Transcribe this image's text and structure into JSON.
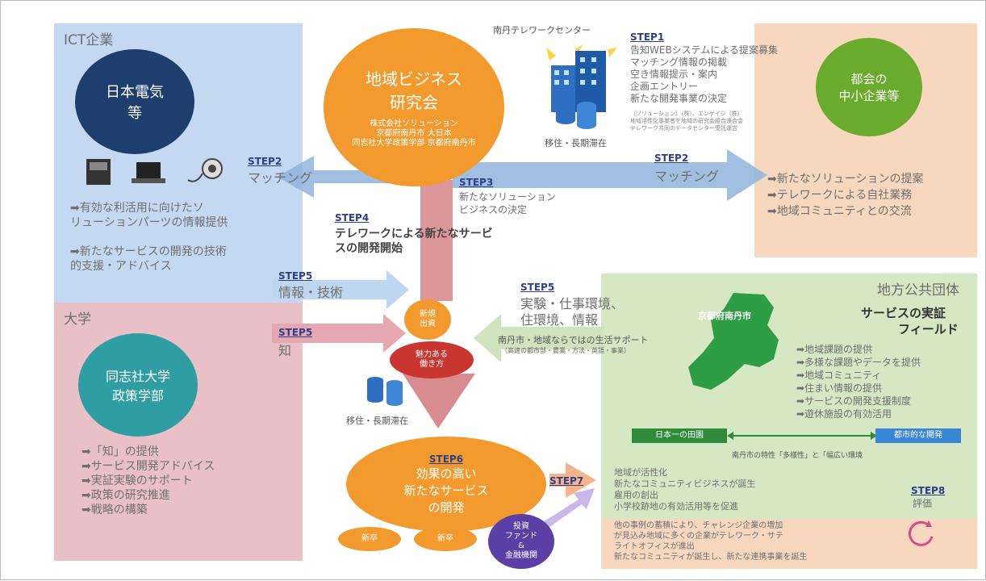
{
  "ict_panel": {
    "title": "ICT企業",
    "company_line1": "日本電気",
    "company_line2": "等",
    "bullets": [
      "➡有効な利活用に向けたソ",
      "リューションパーツの情報提供",
      "",
      "➡新たなサービスの開発の技術",
      "的支援・アドバイス"
    ]
  },
  "univ_panel": {
    "title": "大学",
    "name_line1": "同志社大学",
    "name_line2": "政策学部",
    "bullets": [
      "➡「知」の提供",
      "➡サービス開発アドバイス",
      "➡実証実験のサポート",
      "➡政策の研究推進",
      "➡戦略の構築"
    ]
  },
  "city_panel": {
    "title": "地方公共団体",
    "map_label": "京都府南丹市",
    "service_line1": "サービスの実証",
    "service_line2": "フィールド",
    "bullets": [
      "➡地域課題の提供",
      "➡多様な課題やデータを提供",
      "➡地域コミュニティ",
      "➡住まい情報の提供",
      "➡サービスの開発支援制度",
      "➡遊休施設の有効活用"
    ],
    "left_tag": "日本一の田園",
    "right_tag": "都市的な開発",
    "tag_caption": "南丹市の特性「多様性」と「幅広い環境"
  },
  "sme_panel": {
    "name_line1": "都会の",
    "name_line2": "中小企業等",
    "bullets": [
      "➡新たなソリューションの提案",
      "➡テレワークによる自社業務",
      "➡地域コミュニティとの交流"
    ]
  },
  "center": {
    "title_line1": "地域ビジネス",
    "title_line2": "研究会",
    "members": [
      "株式会社ソリューション",
      "京都府南丹市  大日本",
      "同志社大学政策学部  京都府南丹市"
    ],
    "appeal_line1": "魅力ある",
    "appeal_line2": "働き方",
    "badge_top": "新規",
    "badge_line2": "出資",
    "dev_line1": "効果の高い",
    "dev_line2": "新たなサービス",
    "dev_line3": "の開発",
    "small1": "新卒",
    "small2": "新卒",
    "fund_line1": "投資",
    "fund_line2": "ファンド",
    "fund_line3": "&",
    "fund_line4": "金融機関"
  },
  "telework": {
    "title": "南丹テレワークセンター",
    "caption1": "移住・長期滞在",
    "caption2": "移住・長期滞在"
  },
  "steps": {
    "s1_label": "STEP1",
    "s1_lines": [
      "告知WEBシステムによる提案募集",
      "マッチング情報の掲載",
      "空き情報提示・案内",
      "企画エントリー",
      "新たな開発事業の決定"
    ],
    "s1_note": [
      "（ソリューション）（株）、エンゲイジ（株）",
      "地域活性化事業者を地域の研究会組合連合会",
      "テレワーク共同のデータセンター受託運営"
    ],
    "s2_left_label": "STEP2",
    "s2_left_text": "マッチング",
    "s2_right_label": "STEP2",
    "s2_right_text": "マッチング",
    "s3_label": "STEP3",
    "s3_line1": "新たなソリューション",
    "s3_line2": "ビジネスの決定",
    "s4_label": "STEP4",
    "s4_line1": "テレワークによる新たなサービ",
    "s4_line2": "スの開発開始",
    "s5a_label": "STEP5",
    "s5a_text": "情報・技術",
    "s5b_label": "STEP5",
    "s5b_text": "知",
    "s5c_label": "STEP5",
    "s5c_line1": "実験・仕事環境、",
    "s5c_line2": "住環境、情報",
    "s5c_support": "南丹市・地域ならではの生活サポート",
    "s5c_support2": "（高速の都市部・農業・方法・英語・事業）",
    "s6_label": "STEP6",
    "s7_label": "STEP7",
    "s8_label": "STEP8",
    "s8_text": "評価",
    "s7_lines": [
      "地域が活性化",
      "新たなコミュニティビジネスが誕生",
      "雇用の創出",
      "小学校跡地の有効活用等を促進"
    ],
    "s8_lines": [
      "他の事例の蓄積により、チャレンジ企業の増加",
      "が見込み地域に多くの企業がテレワーク・サテ",
      "ライトオフィスが進出",
      "新たなコミュニティが誕生し、新たな連携事業を誕生"
    ]
  },
  "colors": {
    "ict": "#c4d8f1",
    "univ": "#e8c0c6",
    "city": "#d5e8c3",
    "sme": "#f8d7bf",
    "orange": "#f39a2e",
    "navy": "#1e3f6e",
    "teal": "#2f9ea3",
    "green": "#6aaa2c",
    "red": "#c9352f",
    "purple": "#5b3ea6"
  }
}
